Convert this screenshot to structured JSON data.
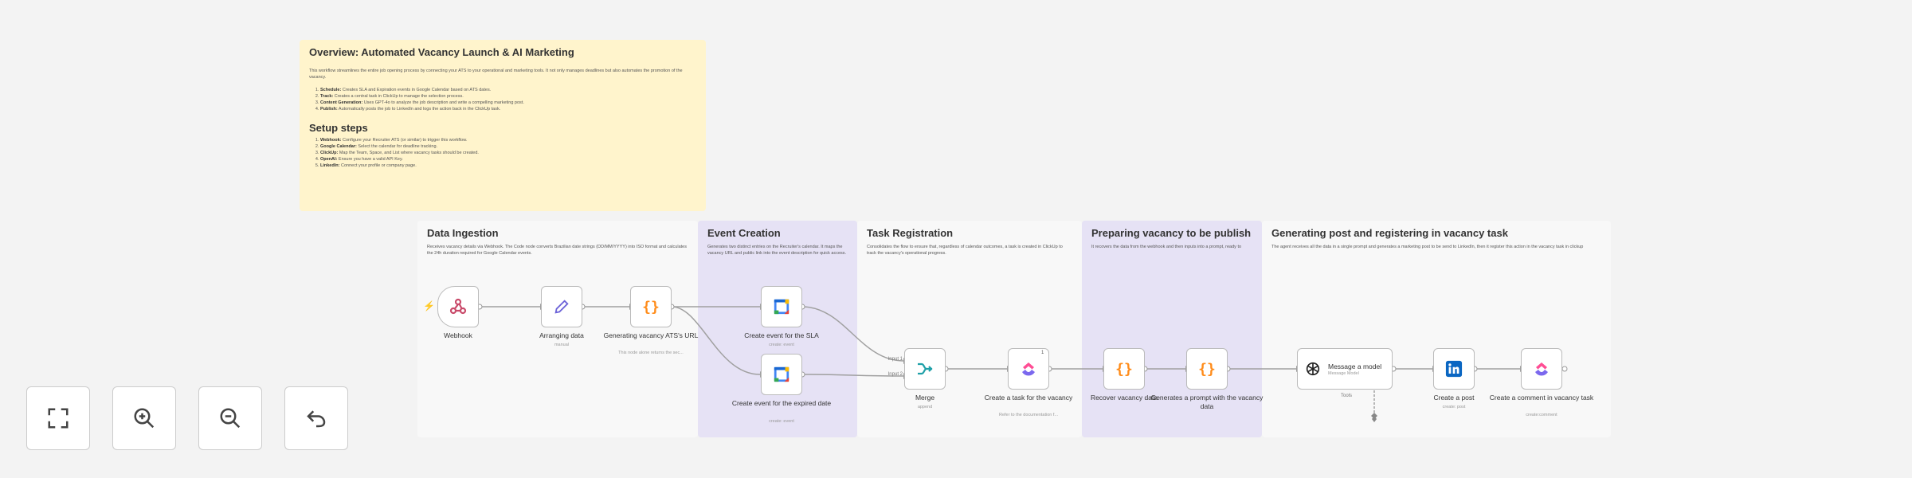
{
  "overview": {
    "title": "Overview: Automated Vacancy Launch & AI Marketing",
    "intro": "This workflow streamlines the entire job opening process by connecting your ATS to your operational and marketing tools. It not only manages deadlines but also automates the promotion of the vacancy.",
    "steps": [
      {
        "label": "Schedule:",
        "text": " Creates SLA and Expiration events in Google Calendar based on ATS dates."
      },
      {
        "label": "Track:",
        "text": " Creates a central task in ClickUp to manage the selection process."
      },
      {
        "label": "Content Generation:",
        "text": " Uses GPT-4o to analyze the job description and write a compelling marketing post."
      },
      {
        "label": "Publish:",
        "text": " Automatically posts the job to LinkedIn and logs the action back in the ClickUp task."
      }
    ],
    "setup_title": "Setup steps",
    "setup_steps": [
      {
        "label": "Webhook:",
        "text": " Configure your Recruiter ATS (or similar) to trigger this workflow."
      },
      {
        "label": "Google Calendar:",
        "text": " Select the calendar for deadline tracking."
      },
      {
        "label": "ClickUp:",
        "text": " Map the Team, Space, and List where vacancy tasks should be created."
      },
      {
        "label": "OpenAI:",
        "text": " Ensure you have a valid API Key."
      },
      {
        "label": "LinkedIn:",
        "text": " Connect your profile or company page."
      }
    ]
  },
  "sections": [
    {
      "title": "Data Ingestion",
      "desc": "Receives vacancy details via Webhook. The Code node converts Brazilian date strings (DD/MM/YYYY) into ISO format and calculates the 24h duration required for Google Calendar events."
    },
    {
      "title": "Event Creation",
      "desc": "Generates two distinct entries on the Recruiter's calendar. It maps the vacancy URL and public link into the event description for quick access."
    },
    {
      "title": "Task Registration",
      "desc": "Consolidates the flow to ensure that, regardless of calendar outcomes, a task is created in ClickUp to track the vacancy's operational progress."
    },
    {
      "title": "Preparing vacancy to be publish",
      "desc": "It recovers the data from the webhook and then inputs into a prompt, ready to"
    },
    {
      "title": "Generating post and registering in vacancy task",
      "desc": "The agent receives all the data in a single prompt and generates a marketing post to be send to LinkedIn, then it register this action in the vacancy task in clickup"
    }
  ],
  "nodes": {
    "webhook": {
      "label": "Webhook"
    },
    "arranging": {
      "label": "Arranging data",
      "sub": "manual"
    },
    "generating_url": {
      "label": "Generating vacancy ATS's URL",
      "sub": "This node alone returns the sec..."
    },
    "sla_event": {
      "label": "Create event for the SLA",
      "sub": "create: event"
    },
    "expired_event": {
      "label": "Create event for the expired date",
      "sub": "create: event"
    },
    "merge": {
      "label": "Merge",
      "sub": "append",
      "in1": "Input 1",
      "in2": "Input 2"
    },
    "create_task": {
      "label": "Create a task for the vacancy",
      "sub": "Refer to the documentation f...",
      "badge": "1"
    },
    "recover": {
      "label": "Recover vacancy data"
    },
    "prompt": {
      "label": "Generates a prompt with the vacancy data"
    },
    "message_model": {
      "label": "Message a model",
      "sub": "Message Model",
      "port": "Tools"
    },
    "linkedin_post": {
      "label": "Create a post",
      "sub": "create: post"
    },
    "comment": {
      "label": "Create a comment in vacancy task",
      "sub": "create:comment"
    }
  },
  "controls": [
    "fit-view-icon",
    "zoom-in-icon",
    "zoom-out-icon",
    "undo-icon"
  ]
}
